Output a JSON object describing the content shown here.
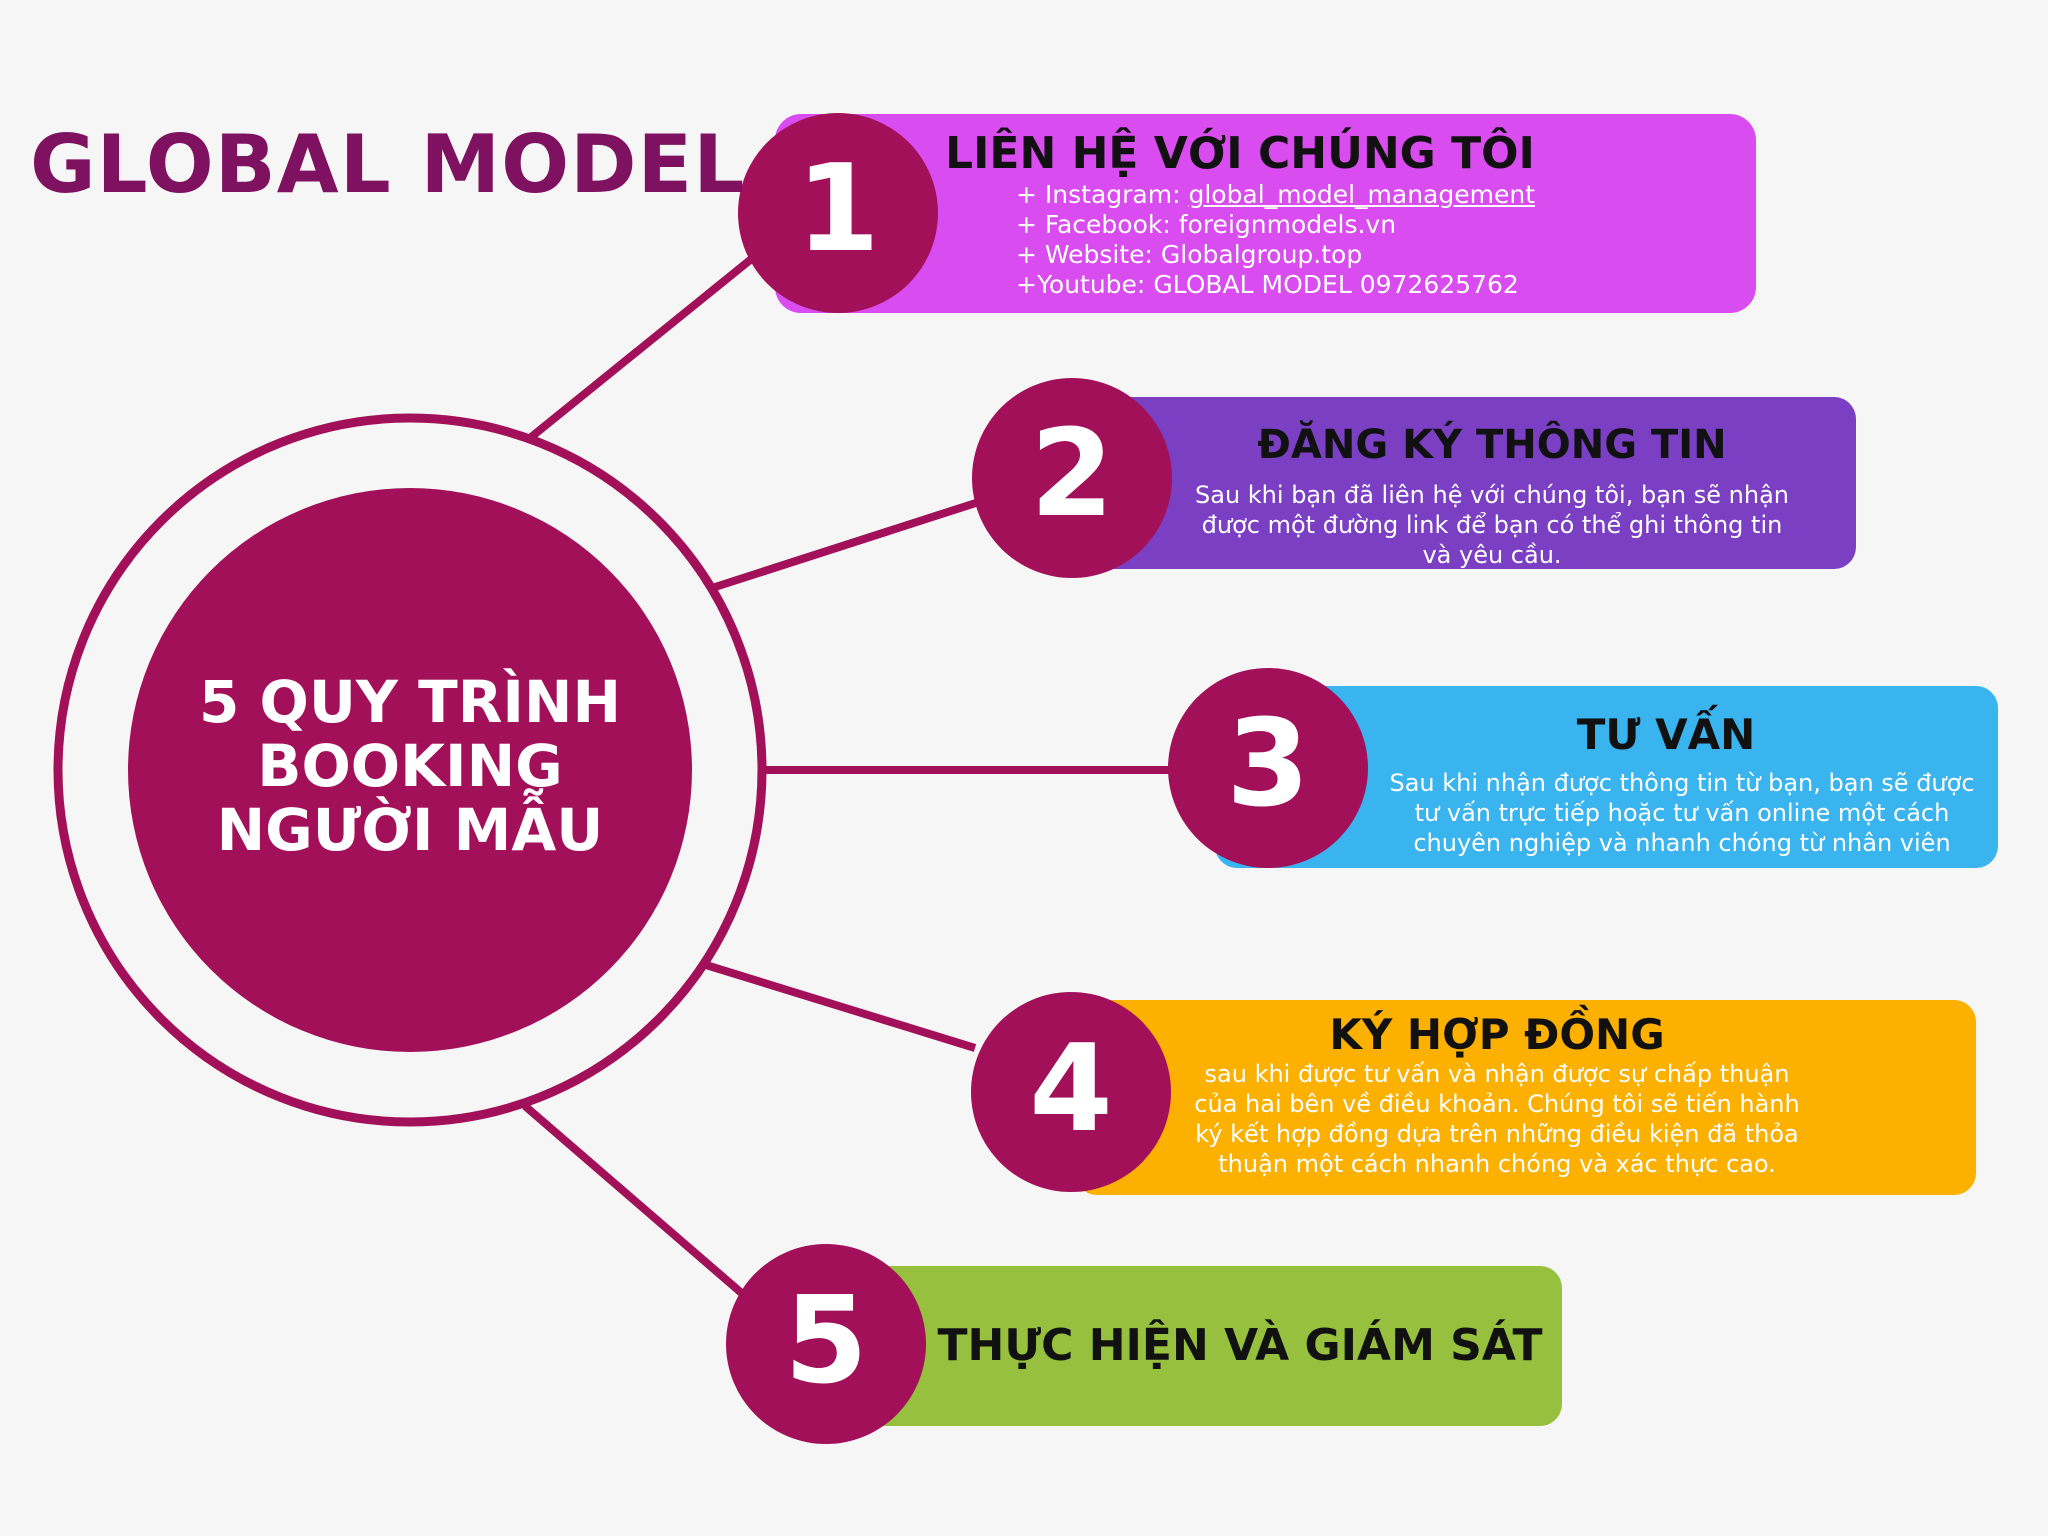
{
  "brand": "GLOBAL MODEL",
  "center": {
    "lines": [
      "5 QUY TRÌNH",
      "BOOKING",
      "NGƯỜI MẪU"
    ]
  },
  "colors": {
    "background": "#f6f6f6",
    "brand": "#7e1260",
    "hub": "#a3105a",
    "connector": "#a3105a"
  },
  "steps": [
    {
      "number": "1",
      "title": "LIÊN HỆ VỚI CHÚNG TÔI",
      "color": "#d94cf0",
      "contacts": [
        {
          "label": "+ Instagram: ",
          "value": "global_model_management"
        },
        {
          "label": "+ Facebook: ",
          "value": "foreignmodels.vn"
        },
        {
          "label": "+ Website: ",
          "value": "Globalgroup.top"
        },
        {
          "label": "+Youtube: ",
          "value": "GLOBAL MODEL 0972625762"
        }
      ]
    },
    {
      "number": "2",
      "title": "ĐĂNG KÝ THÔNG TIN",
      "color": "#7b3fc4",
      "description": [
        "Sau khi bạn đã liên hệ với chúng tôi, bạn sẽ nhận",
        "được một đường link để bạn có thể ghi thông tin",
        "và yêu cầu."
      ]
    },
    {
      "number": "3",
      "title": "TƯ VẤN",
      "color": "#3ab4ef",
      "description": [
        "Sau khi nhận được thông tin từ bạn, bạn sẽ được",
        "tư vấn trực tiếp hoặc tư vấn online một cách",
        "chuyên nghiệp và nhanh chóng từ nhân viên"
      ]
    },
    {
      "number": "4",
      "title": "KÝ HỢP ĐỒNG",
      "color": "#fcb000",
      "description": [
        "sau khi được tư vấn và nhận được sự chấp thuận",
        "của hai bên về điều khoản. Chúng tôi sẽ tiến hành",
        "ký kết hợp đồng dựa trên những điều kiện đã thỏa",
        "thuận một cách nhanh chóng và xác thực cao."
      ]
    },
    {
      "number": "5",
      "title": "THỰC HIỆN VÀ GIÁM SÁT",
      "color": "#96c03d"
    }
  ]
}
